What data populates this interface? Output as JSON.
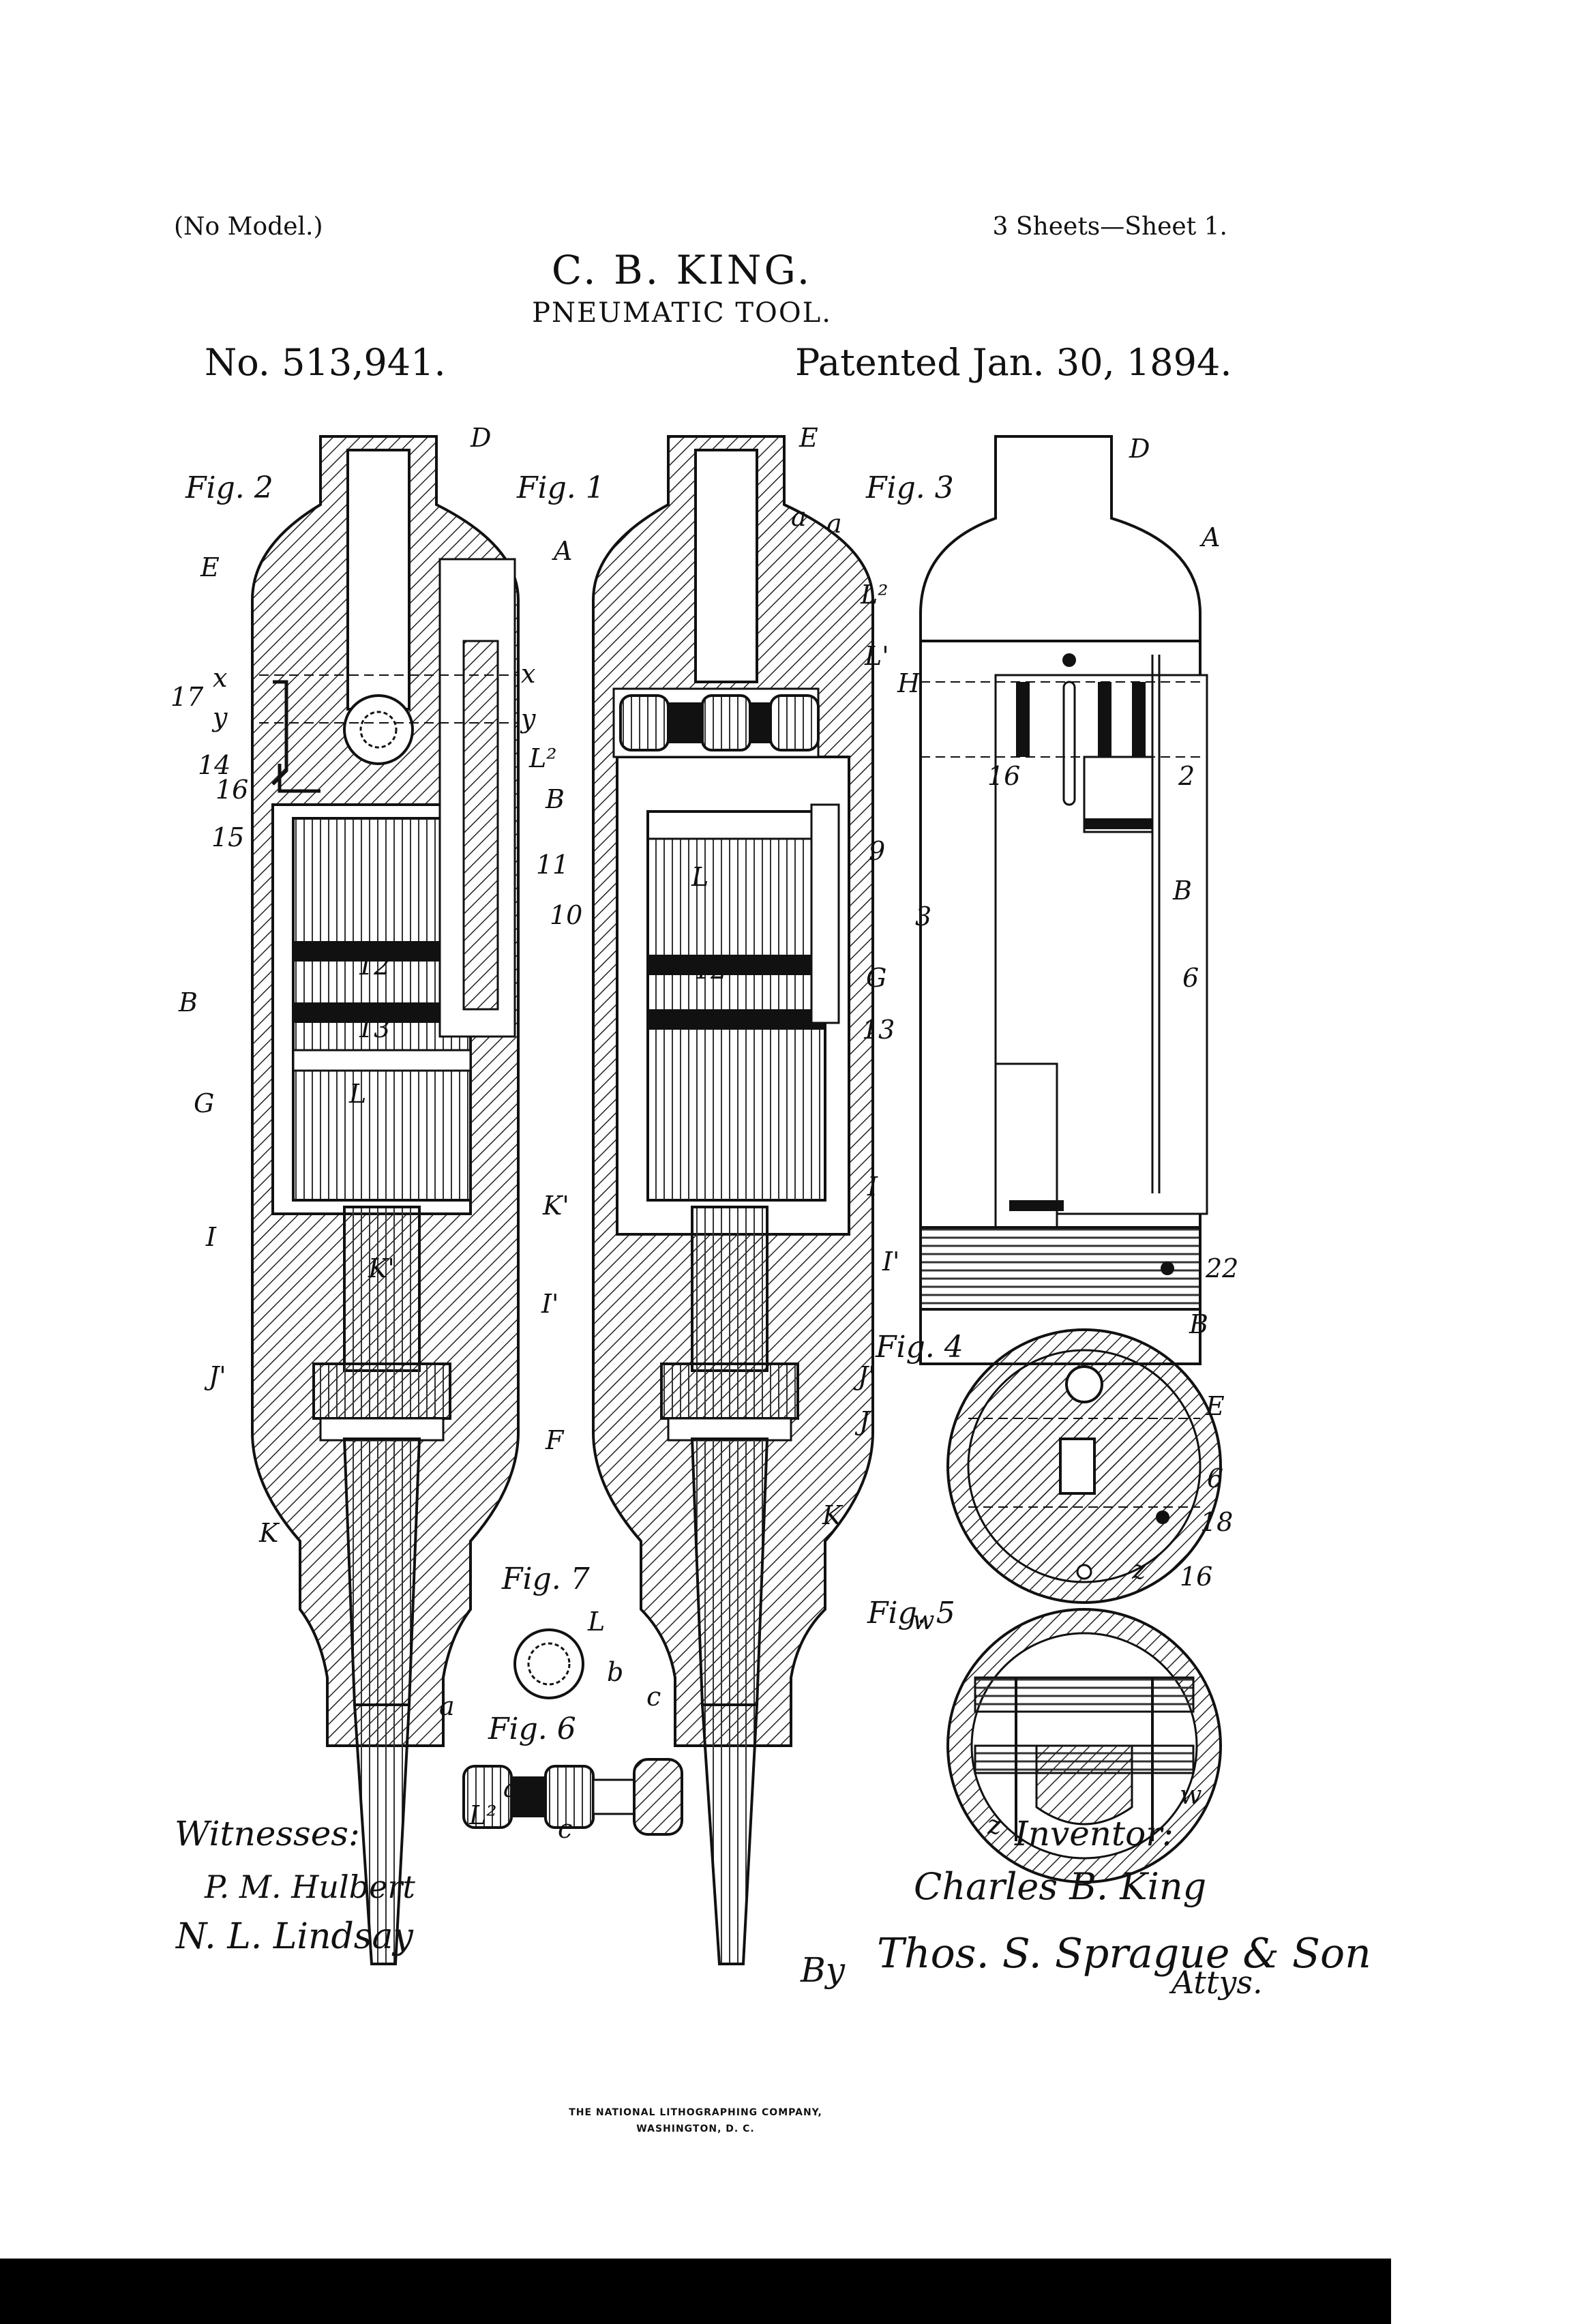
{
  "header": {
    "no_model": "(No Model.)",
    "sheets": "3 Sheets—Sheet 1.",
    "inventor": "C. B. KING.",
    "title": "PNEUMATIC TOOL.",
    "patent_number": "No. 513,941.",
    "patented_date": "Patented Jan. 30, 1894."
  },
  "figures": {
    "fig1": "Fig. 1",
    "fig2": "Fig. 2",
    "fig3": "Fig. 3",
    "fig4": "Fig. 4",
    "fig5": "Fig. 5",
    "fig6": "Fig. 6",
    "fig7": "Fig. 7"
  },
  "refs": {
    "D": "D",
    "E": "E",
    "A": "A",
    "B": "B",
    "G": "G",
    "I": "I",
    "J": "J",
    "J1": "J'",
    "K": "K",
    "K1": "K'",
    "L": "L",
    "L1": "L'",
    "L2": "L²",
    "I1": "I'",
    "F": "F",
    "H": "H",
    "a": "a",
    "b": "b",
    "c": "c",
    "x": "x",
    "y": "y",
    "z": "z",
    "w": "w",
    "n2": "2",
    "n3": "3",
    "n6": "6",
    "n9": "9",
    "n10": "10",
    "n11": "11",
    "n12": "12",
    "n13": "13",
    "n14": "14",
    "n15": "15",
    "n16": "16",
    "n17": "17",
    "n18": "18",
    "n22": "22"
  },
  "signatures": {
    "witnesses_label": "Witnesses:",
    "witness1": "P. M. Hulbert",
    "witness2": "N. L. Lindsay",
    "inventor_label": "Inventor:",
    "inventor_signature": "Charles B. King",
    "by": "By",
    "attorneys_signature": "Thos. S. Sprague & Son",
    "attys": "Attys."
  },
  "printer": {
    "line1": "THE NATIONAL LITHOGRAPHING COMPANY,",
    "line2": "WASHINGTON, D. C."
  }
}
